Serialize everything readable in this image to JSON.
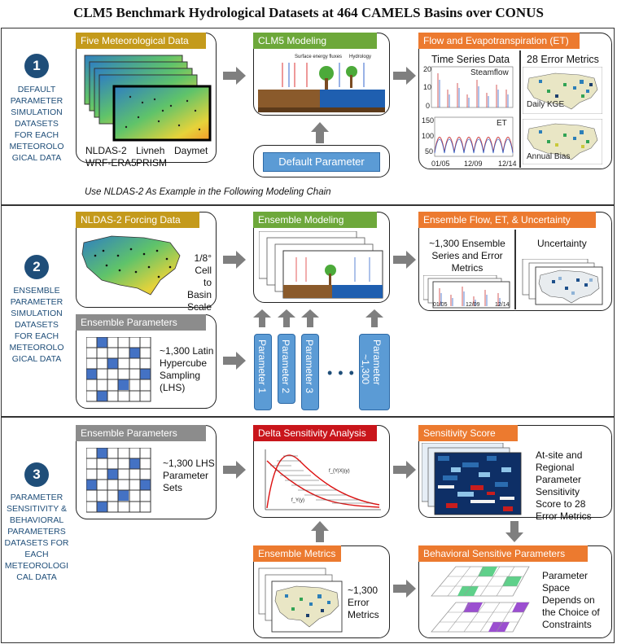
{
  "title": "CLM5 Benchmark Hydrological Datasets at 464 CAMELS Basins over CONUS",
  "colors": {
    "accent_blue": "#1f4e79",
    "gold": "#c49a1b",
    "green": "#6da83a",
    "orange": "#ec7a2f",
    "gray": "#8c8c8c",
    "red": "#c9151b",
    "param_blue": "#5b9bd5"
  },
  "section1": {
    "number": "1",
    "side": [
      "DEFAULT",
      "PARAMETER",
      "SIMULATION",
      "DATASETS",
      "FOR EACH",
      "METEOROLO",
      "GICAL DATA"
    ],
    "met_tag": "Five Meteorological Data",
    "met_labels": {
      "a": "NLDAS-2",
      "b": "Livneh",
      "c": "Daymet",
      "d": "WRF-ERA5",
      "e": "PRISM"
    },
    "model_tag": "CLM5 Modeling",
    "diagram_labels": {
      "surface": "Surface energy fluxes",
      "hydrology": "Hydrology"
    },
    "default_param": "Default Parameter",
    "flow_tag": "Flow and Evapotranspiration (ET)",
    "ts_title": "Time Series Data",
    "metrics_title": "28 Error Metrics",
    "streamflow": "Steamflow",
    "et": "ET",
    "y1": [
      "20",
      "10",
      "0"
    ],
    "y2": [
      "150",
      "100",
      "50"
    ],
    "x_ticks": [
      "01/05",
      "12/09",
      "12/14"
    ],
    "daily_kge": "Daily KGE",
    "annual_bias": "Annual Bias",
    "note": "Use NLDAS-2 As Example in the Following Modeling Chain"
  },
  "section2": {
    "number": "2",
    "side": [
      "ENSEMBLE",
      "PARAMETER",
      "SIMULATION",
      "DATASETS",
      "FOR EACH",
      "METEOROLO",
      "GICAL DATA"
    ],
    "forcing_tag": "NLDAS-2 Forcing Data",
    "cell_text": [
      "1/8°",
      "Cell to",
      "Basin",
      "Scale"
    ],
    "ens_model_tag": "Ensemble Modeling",
    "ens_flow_tag": "Ensemble Flow, ET, & Uncertainty",
    "ens_series": [
      "~1,300 Ensemble",
      "Series and Error",
      "Metrics"
    ],
    "uncertainty": "Uncertainty",
    "x_ticks": [
      "01/05",
      "12/09",
      "12/14"
    ],
    "ens_param_tag": "Ensemble Parameters",
    "lhs_text": [
      "~1,300 Latin",
      "Hypercube",
      "Sampling",
      "(LHS)"
    ],
    "params": [
      "Parameter 1",
      "Parameter 2",
      "Parameter 3"
    ],
    "dots": "• • •",
    "param_last": [
      "Parameter",
      "~1,300"
    ]
  },
  "section3": {
    "number": "3",
    "side": [
      "PARAMETER",
      "SENSITIVITY &",
      "BEHAVIORAL",
      "PARAMETERS",
      "DATASETS FOR",
      "EACH",
      "METEOROLOGI",
      "CAL DATA"
    ],
    "ens_param_tag": "Ensemble Parameters",
    "lhs_text": [
      "~1,300 LHS",
      "Parameter",
      "Sets"
    ],
    "delta_tag": "Delta Sensitivity Analysis",
    "curve_labels": {
      "a": "f_{Y|X}(y)",
      "b": "f_Y(y)"
    },
    "sens_tag": "Sensitivity Score",
    "sens_text": [
      "At-site and",
      "Regional",
      "Parameter",
      "Sensitivity",
      "Score to 28",
      "Error Metrics"
    ],
    "ens_metrics_tag": "Ensemble Metrics",
    "metrics_text": [
      "~1,300",
      "Error",
      "Metrics"
    ],
    "behav_tag": "Behavioral Sensitive Parameters",
    "behav_text": [
      "Parameter",
      "Space",
      "Depends on",
      "the Choice of",
      "Constraints"
    ]
  }
}
